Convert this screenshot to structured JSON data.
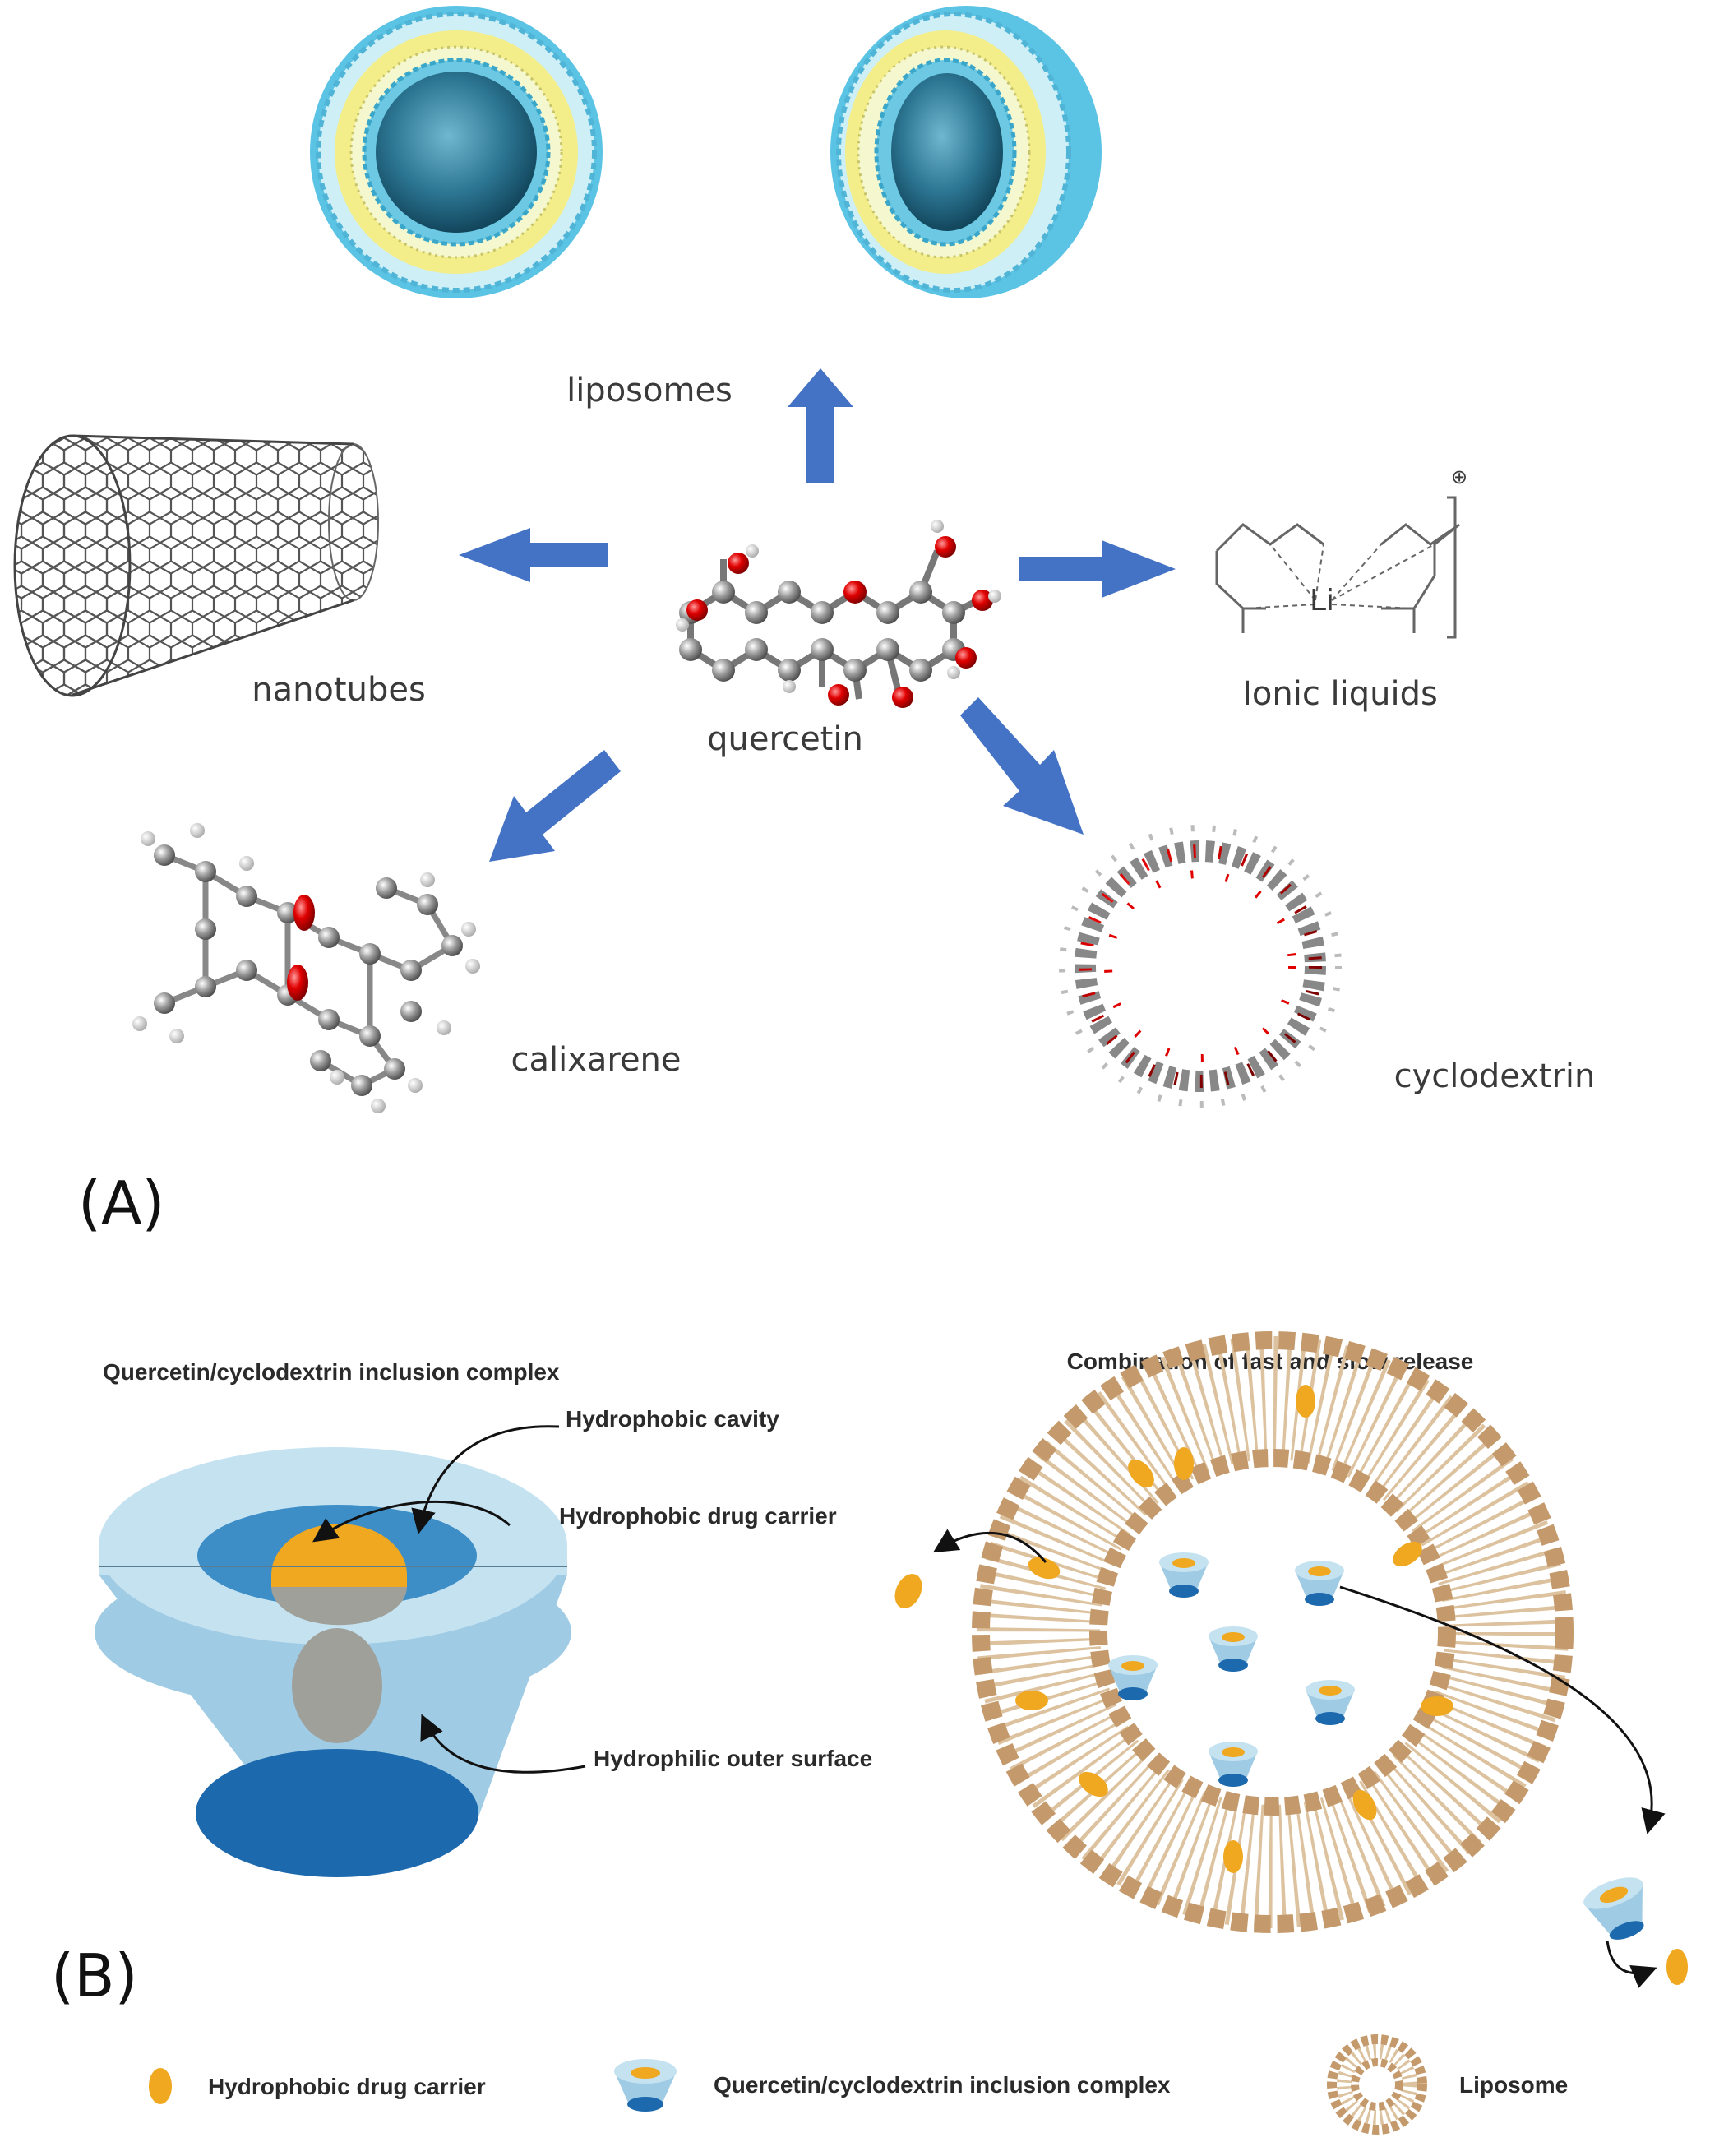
{
  "panel_a": {
    "label": "(A)",
    "center_label": "quercetin",
    "liposomes_label": "liposomes",
    "nanotubes_label": "nanotubes",
    "ionic_liquids_label": "Ionic liquids",
    "calixarene_label": "calixarene",
    "cyclodextrin_label": "cyclodextrin",
    "ionic_atom_label": "Li",
    "ionic_charge_label": "⊕",
    "arrow_color": "#4472c4",
    "oxygen_color": "#e00000"
  },
  "panel_b": {
    "label": "(B)",
    "inclusion_title": "Quercetin/cyclodextrin inclusion complex",
    "callout_cavity": "Hydrophobic cavity",
    "callout_drug_carrier": "Hydrophobic drug carrier",
    "callout_outer_surface": "Hydrophilic outer surface",
    "release_title": "Combination of fast and slow release",
    "legend": {
      "drug_carrier": "Hydrophobic drug carrier",
      "inclusion_complex": "Quercetin/cyclodextrin inclusion complex",
      "liposome": "Liposome"
    },
    "colors": {
      "cd_rim": "#c5e2f1",
      "cd_side": "#9fcbe4",
      "cd_cavity": "#3d8ec7",
      "cd_bottom": "#1d69ad",
      "drug": "#efa820",
      "gray_core": "#a0a09a",
      "lipid_head": "#c49a6c",
      "lipid_tail": "#dcc29e"
    }
  }
}
